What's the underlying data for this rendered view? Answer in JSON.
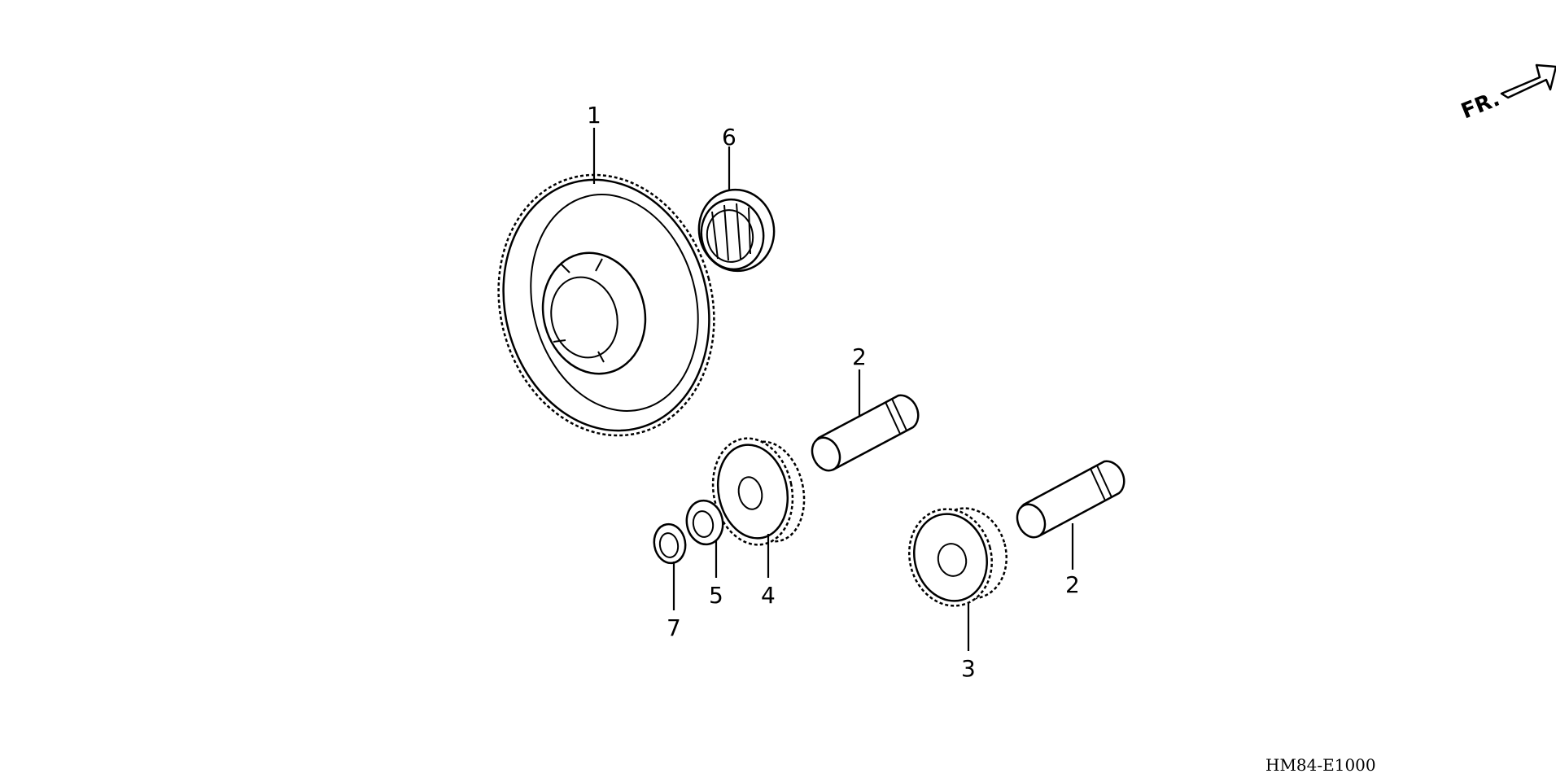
{
  "diagram_code": "HM84-E1000",
  "direction_label": "FR.",
  "parts": [
    {
      "id": "part-1",
      "callout": "1"
    },
    {
      "id": "part-2a",
      "callout": "2"
    },
    {
      "id": "part-2b",
      "callout": "2"
    },
    {
      "id": "part-3",
      "callout": "3"
    },
    {
      "id": "part-4",
      "callout": "4"
    },
    {
      "id": "part-5",
      "callout": "5"
    },
    {
      "id": "part-6",
      "callout": "6"
    },
    {
      "id": "part-7",
      "callout": "7"
    }
  ]
}
